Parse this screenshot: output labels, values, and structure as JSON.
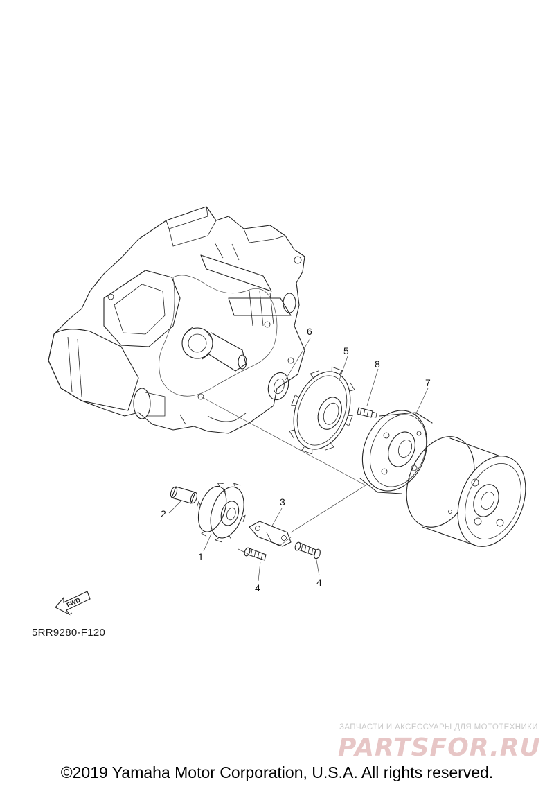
{
  "callouts": [
    {
      "id": "1",
      "label": "1"
    },
    {
      "id": "2",
      "label": "2"
    },
    {
      "id": "3",
      "label": "3"
    },
    {
      "id": "4a",
      "label": "4"
    },
    {
      "id": "4b",
      "label": "4"
    },
    {
      "id": "5",
      "label": "5"
    },
    {
      "id": "6",
      "label": "6"
    },
    {
      "id": "7",
      "label": "7"
    },
    {
      "id": "8",
      "label": "8"
    }
  ],
  "fwd_label": "FWD",
  "diagram_code": "5RR9280-F120",
  "copyright": "©2019 Yamaha Motor Corporation, U.S.A. All rights reserved.",
  "watermark": {
    "tagline": "ЗАПЧАСТИ И АКСЕССУАРЫ ДЛЯ МОТОТЕХНИКИ",
    "logo": "PARTSFOR.RU"
  }
}
